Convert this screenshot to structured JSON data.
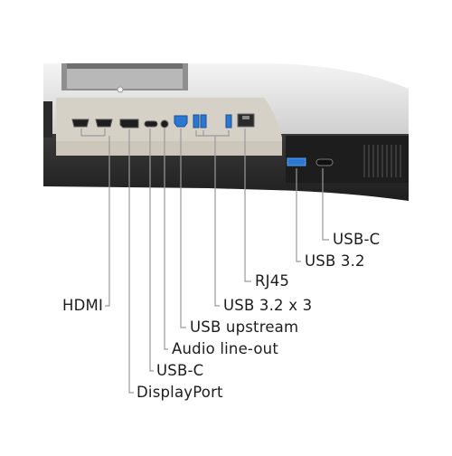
{
  "callouts": [
    {
      "id": "usb-c-front",
      "label": "USB-C",
      "icon": "usb-c-port-icon"
    },
    {
      "id": "usb32-front",
      "label": "USB 3.2",
      "icon": "usb-a-port-icon"
    },
    {
      "id": "rj45",
      "label": "RJ45",
      "icon": "rj45-port-icon"
    },
    {
      "id": "usb32x3",
      "label": "USB 3.2 x 3",
      "icon": "usb-a-port-icon"
    },
    {
      "id": "usb-upstream",
      "label": "USB upstream",
      "icon": "usb-b-port-icon"
    },
    {
      "id": "audio",
      "label": "Audio line-out",
      "icon": "audio-jack-icon"
    },
    {
      "id": "usb-c-rear",
      "label": "USB-C",
      "icon": "usb-c-port-icon"
    },
    {
      "id": "displayport",
      "label": "DisplayPort",
      "icon": "displayport-port-icon"
    },
    {
      "id": "hdmi",
      "label": "HDMI",
      "icon": "hdmi-port-icon"
    }
  ],
  "colors": {
    "body_silver": "#dfdfdf",
    "body_dark": "#2d2d2d",
    "panel": "#cbc6bd",
    "port_dark": "#222222",
    "usb_blue": "#2b78d4",
    "leader": "#9a9a9a"
  }
}
